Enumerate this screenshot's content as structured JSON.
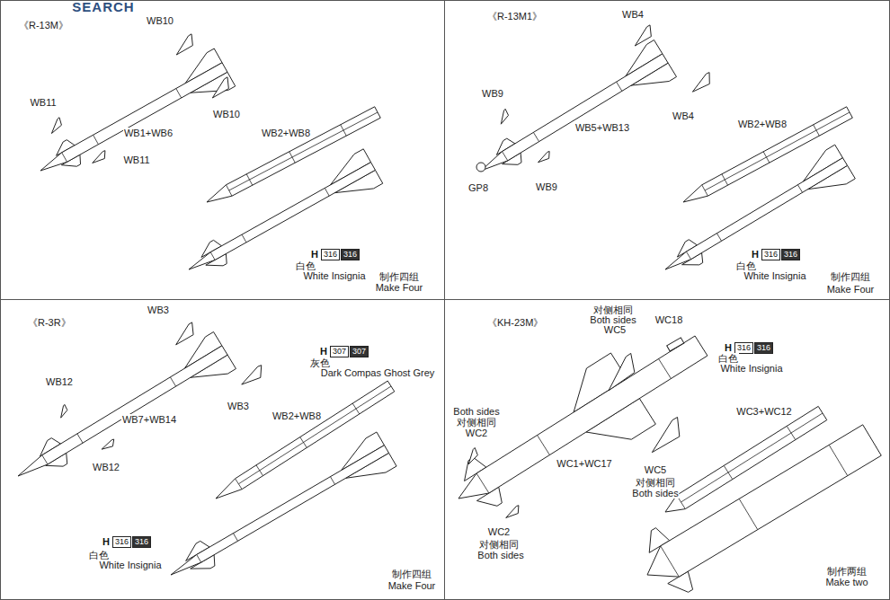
{
  "diagram": {
    "nodes": [
      {
        "text": [
          "《R-13M》"
        ]
      },
      {
        "text": [
          "H",
          "316",
          "316"
        ],
        "in": 0
      },
      {
        "text": [
          "《R-13M1》"
        ]
      },
      {
        "text": [
          "H",
          "316",
          "316"
        ],
        "in": 2
      },
      {
        "text": [
          "《R-3R》"
        ]
      },
      {
        "text": [
          "H",
          "307",
          "307"
        ],
        "in": 4
      },
      {
        "text": [
          "H",
          "316",
          "316"
        ],
        "in": 4
      },
      {
        "text": [
          "《KH-23M》"
        ]
      },
      {
        "text": [
          "H",
          "316",
          "316"
        ],
        "in": 7
      }
    ],
    "labels": [
      "SEARCH",
      "WB10",
      "WB11",
      "WB10",
      "WB1+WB6",
      "WB11",
      "WB2+WB8",
      "白色",
      "White Insignia",
      "制作四组",
      "Make Four",
      "WB4",
      "WB9",
      "WB5+WB13",
      "WB4",
      "WB2+WB8",
      "GP8",
      "WB9",
      "白色",
      "White Insignia",
      "制作四组",
      "Make Four",
      "WB3",
      "WB12",
      "WB7+WB14",
      "WB3",
      "WB12",
      "WB2+WB8",
      "灰色",
      "Dark Compas Ghost Grey",
      "白色",
      "White Insignia",
      "制作四组",
      "Make Four",
      "对侧相同",
      "Both sides",
      "WC5",
      "WC18",
      "白色",
      "White Insignia",
      "Both sides",
      "对侧相同",
      "WC2",
      "WC3+WC12",
      "WC1+WC17",
      "WC5",
      "对侧相同",
      "Both sides",
      "WC2",
      "对侧相同",
      "Both sides",
      "制作两组",
      "Make two"
    ]
  }
}
